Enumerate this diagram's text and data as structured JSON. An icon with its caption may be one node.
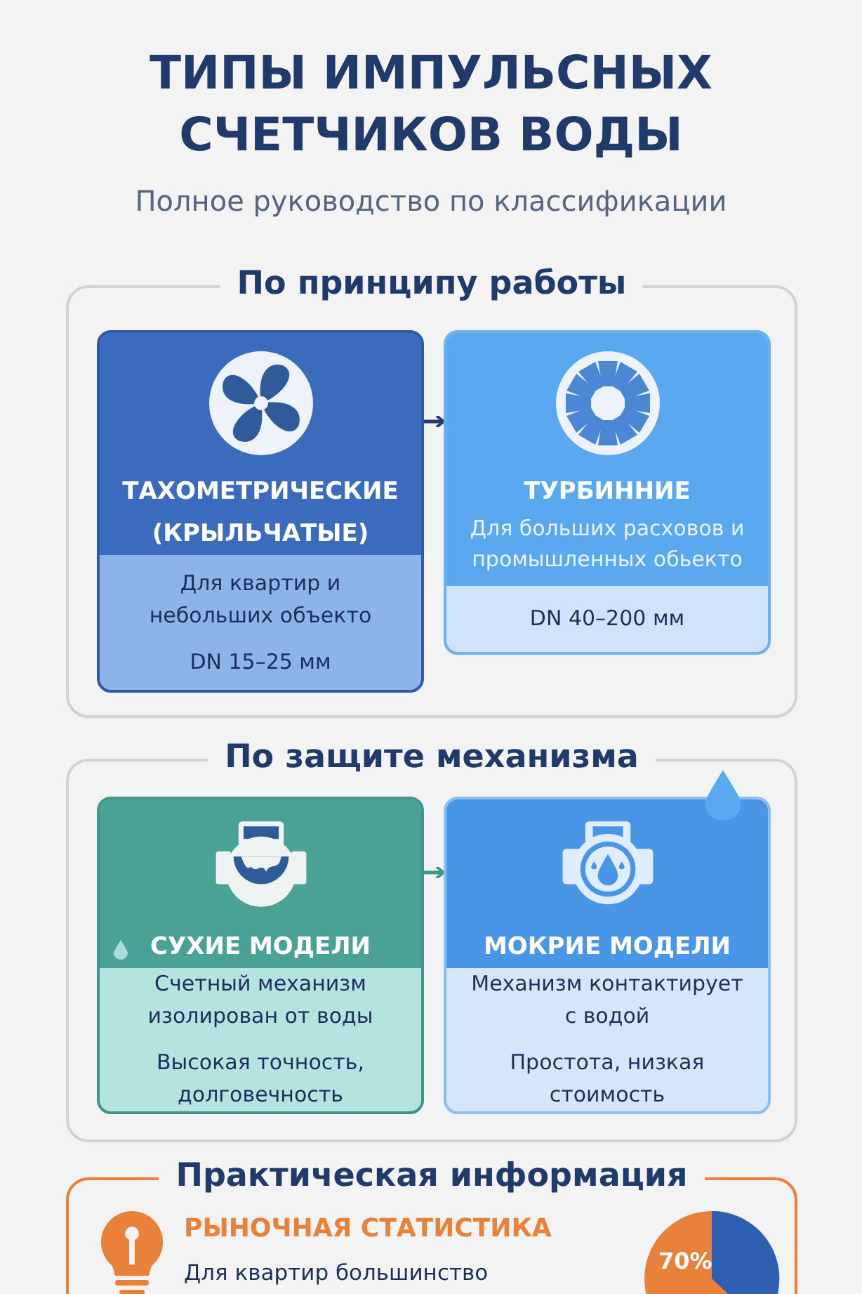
{
  "diagram": {
    "title": "ТИПЫ ИМПУЛЬСНЫХ СЧЕТЧИКОВ ВОДЫ",
    "nodes": [
      {
        "text": [
          "По принципу работы"
        ]
      },
      {
        "text": [
          "ТАХОМЕТРИЧЕСКИЕ (КРЫЛЬЧАТЫЕ)",
          "Для квартир и небольших объекто",
          "DN 15–25 мм"
        ],
        "in": 0
      },
      {
        "text": [
          "ТУРБИННИЕ",
          "Для больших расховов и промышленных обьекто",
          "DN 40–200 мм"
        ],
        "in": 0
      },
      {
        "text": [
          "По защите механизма"
        ]
      },
      {
        "text": [
          "СУХИЕ МОДЕЛИ",
          "Счетный механизм изолирован от воды",
          "Высокая точность, долговечность"
        ],
        "in": 3
      },
      {
        "text": [
          "МОКРИЕ МОДЕЛИ",
          "Механизм контактирует с водой",
          "Простота, низкая стоимость"
        ],
        "in": 3
      },
      {
        "text": [
          "Практическая информация",
          "РЫНОЧНАЯ СТАТИСТИКА",
          "Для квартир большинство"
        ]
      }
    ],
    "edges": [
      {
        "from": 1,
        "to": 2,
        "arrow": "to"
      },
      {
        "from": 4,
        "to": 5,
        "arrow": "to",
        "color": "#3a9a88"
      }
    ],
    "labels": [
      "Полное руководство по классификации",
      "70%"
    ]
  }
}
